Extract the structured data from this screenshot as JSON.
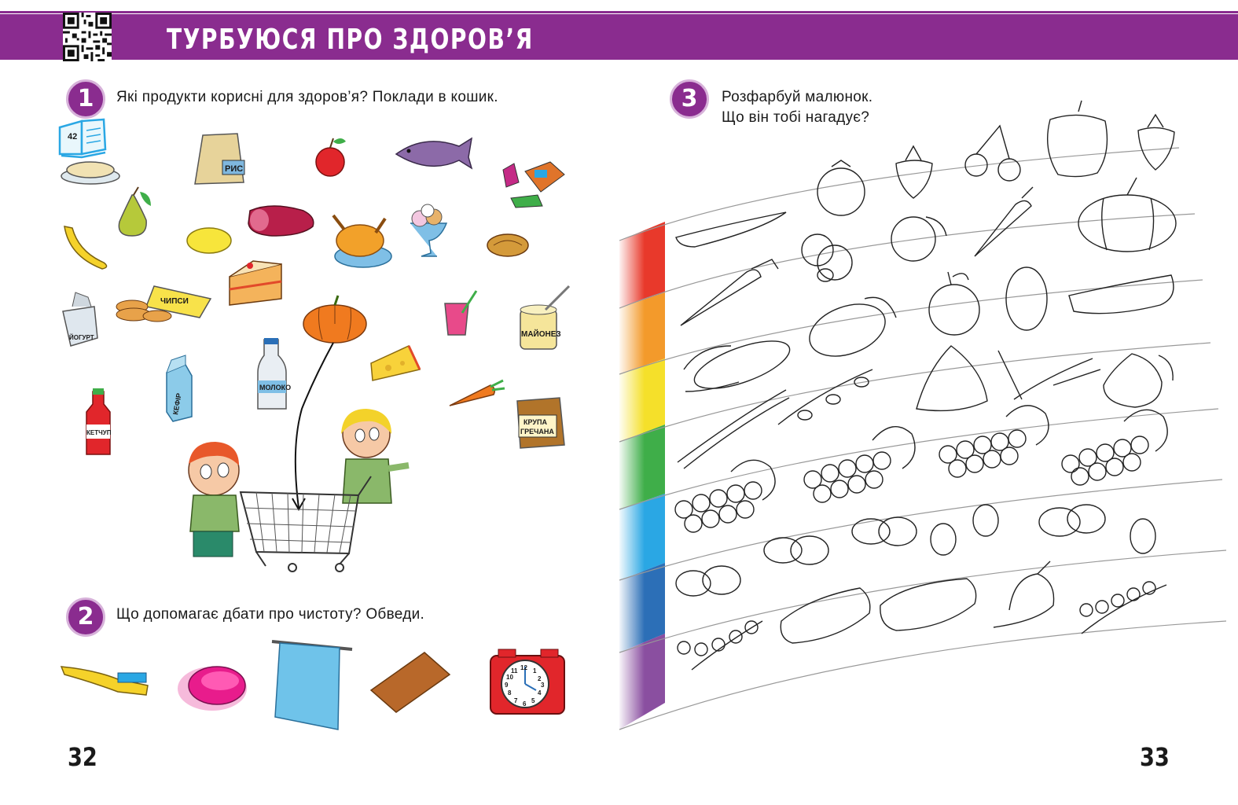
{
  "header": {
    "title": "ТУРБУЮСЯ ПРО ЗДОРОВ’Я"
  },
  "tasks": [
    {
      "number": "1",
      "text": "Які продукти корисні для здоров’я? Поклади в кошик."
    },
    {
      "number": "2",
      "text": "Що допомагає дбати про чистоту? Обведи."
    },
    {
      "number": "3",
      "line1": "Розфарбуй малюнок.",
      "line2": "Що він тобі нагадує?"
    }
  ],
  "book_ref": "42",
  "food_labels": {
    "rice": "РИС",
    "chips": "ЧИПСИ",
    "yogurt": "ЙОГУРТ",
    "mayonnaise": "МАЙОНЕЗ",
    "milk": "МОЛОКО",
    "kefir": "КЕФІР",
    "ketchup": "КЕТЧУП",
    "buckwheat_line1": "КРУПА",
    "buckwheat_line2": "ГРЕЧАНА"
  },
  "clock_numbers": [
    "12",
    "1",
    "2",
    "3",
    "4",
    "5",
    "6",
    "7",
    "8",
    "9",
    "10",
    "11"
  ],
  "page_numbers": {
    "left": "32",
    "right": "33"
  },
  "colors": {
    "accent": "#8a2c8f",
    "rainbow": [
      "#e8392b",
      "#f39a2b",
      "#f5e02a",
      "#3fae49",
      "#2aa7e4",
      "#2c6fb7",
      "#8a4fa0"
    ]
  }
}
